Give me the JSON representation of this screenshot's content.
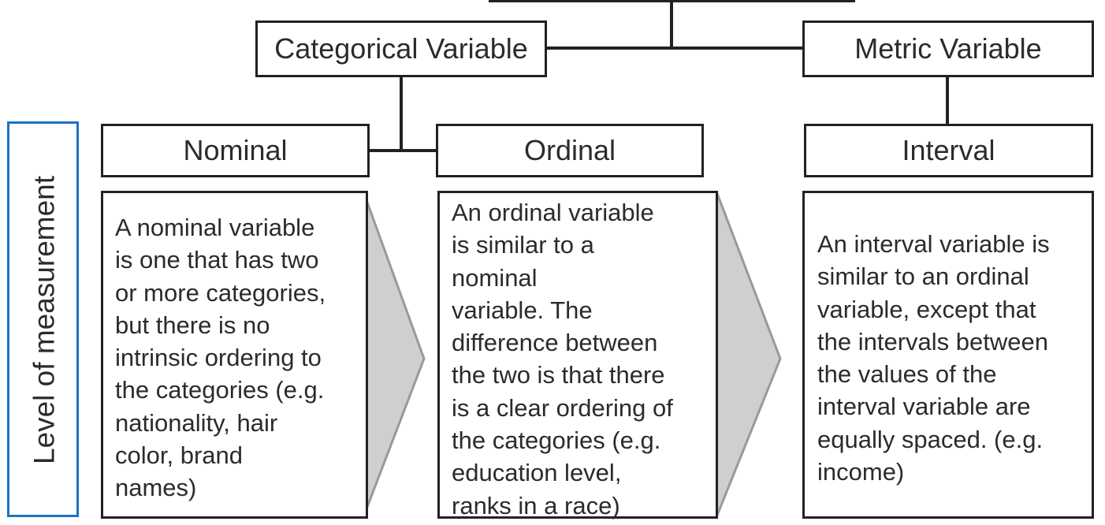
{
  "diagram": {
    "level_label": "Level of measurement",
    "categorical": "Categorical Variable",
    "metric": "Metric Variable",
    "nominal": {
      "title": "Nominal",
      "lines": [
        "A nominal variable",
        "is one that has two",
        "or more categories,",
        "but there is no",
        "intrinsic ordering to",
        "the categories (e.g.",
        "nationality, hair",
        "color, brand",
        "names)"
      ]
    },
    "ordinal": {
      "title": "Ordinal",
      "lines": [
        "An ordinal variable",
        "is similar to a",
        "nominal",
        "variable.  The",
        "difference between",
        "the two is that there",
        "is a clear ordering of",
        "the categories (e.g.",
        "education level,",
        "ranks in a race)"
      ]
    },
    "interval": {
      "title": "Interval",
      "lines": [
        "An interval variable is",
        "similar to an ordinal",
        "variable, except that",
        "the intervals between",
        "the values of the",
        "interval variable are",
        "equally spaced. (e.g.",
        "income)"
      ]
    },
    "colors": {
      "border": "#222222",
      "accent_blue": "#1a74c3",
      "arrow_fill": "#cfcfcf",
      "arrow_stroke": "#999999"
    }
  }
}
